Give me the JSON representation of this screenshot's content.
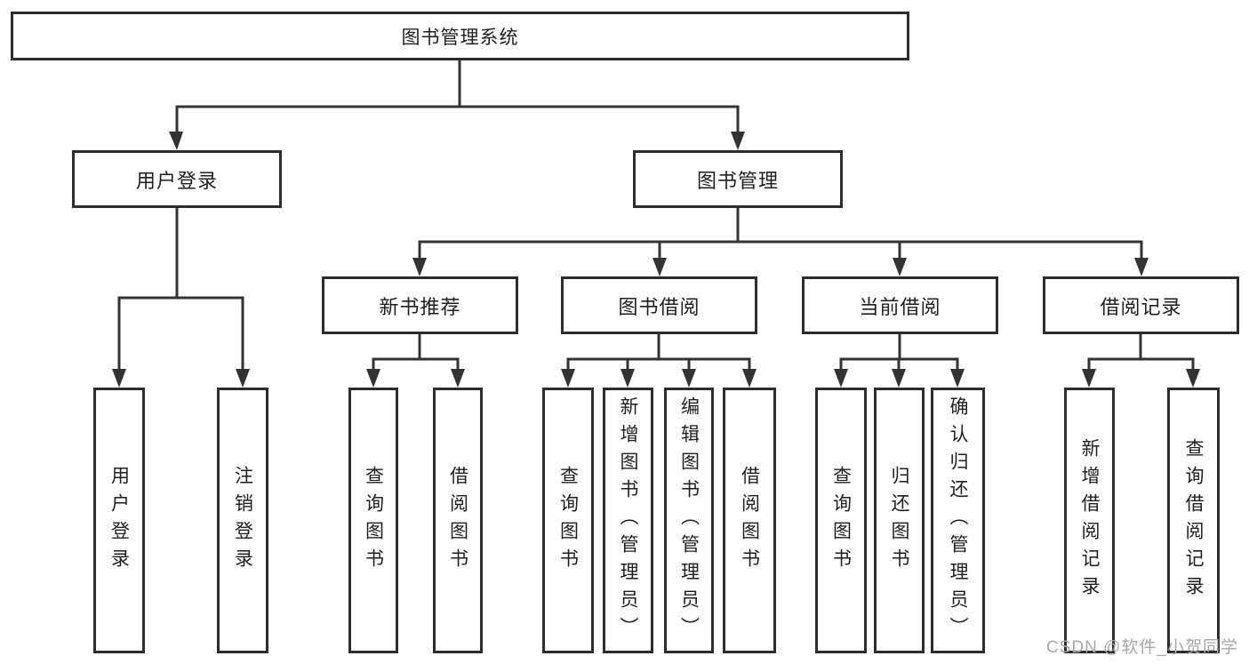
{
  "diagram": {
    "title_node": "图书管理系统",
    "colors": {
      "line": "#333333",
      "box_border": "#2d2d2d",
      "text": "#1f1f1f",
      "watermark": "#a8a8a8",
      "background": "#ffffff"
    },
    "tree": {
      "root": {
        "label": "图书管理系统"
      },
      "branches": [
        {
          "label": "用户登录",
          "children": [
            {
              "label": "用户登录"
            },
            {
              "label": "注销登录"
            }
          ]
        },
        {
          "label": "图书管理",
          "children": [
            {
              "label": "新书推荐",
              "children": [
                {
                  "label": "查询图书"
                },
                {
                  "label": "借阅图书"
                }
              ]
            },
            {
              "label": "图书借阅",
              "children": [
                {
                  "label": "查询图书"
                },
                {
                  "label": "新增图书（管理员）"
                },
                {
                  "label": "编辑图书（管理员）"
                },
                {
                  "label": "借阅图书"
                }
              ]
            },
            {
              "label": "当前借阅",
              "children": [
                {
                  "label": "查询图书"
                },
                {
                  "label": "归还图书"
                },
                {
                  "label": "确认归还（管理员）"
                }
              ]
            },
            {
              "label": "借阅记录",
              "children": [
                {
                  "label": "新增借阅记录"
                },
                {
                  "label": "查询借阅记录"
                }
              ]
            }
          ]
        }
      ]
    },
    "watermark": "CSDN @软件_小贺同学"
  }
}
